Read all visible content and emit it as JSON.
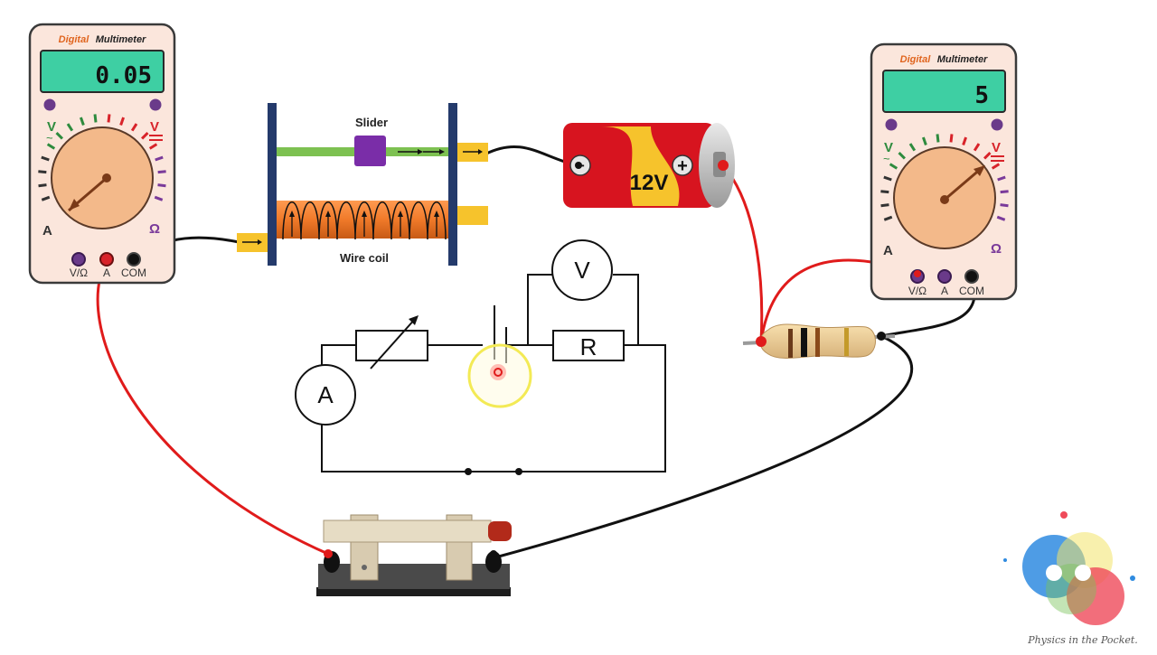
{
  "left_multimeter": {
    "title_brand": "Digital",
    "title_rest": "Multimeter",
    "display_value": "0.05",
    "dial_labels": {
      "v_ac": "V",
      "v_dc": "V",
      "amps": "A",
      "ohms": "Ω"
    },
    "ports": [
      "V/Ω",
      "A",
      "COM"
    ]
  },
  "right_multimeter": {
    "title_brand": "Digital",
    "title_rest": "Multimeter",
    "display_value": "5",
    "dial_labels": {
      "v_ac": "V",
      "v_dc": "V",
      "amps": "A",
      "ohms": "Ω"
    },
    "ports": [
      "V/Ω",
      "A",
      "COM"
    ]
  },
  "rheostat": {
    "slider_label": "Slider",
    "coil_label": "Wire coil"
  },
  "battery": {
    "label": "12V",
    "positive_symbol": "+",
    "negative_symbol": "−"
  },
  "circuit": {
    "voltmeter_symbol": "V",
    "ammeter_symbol": "A",
    "resistor_symbol": "R"
  },
  "watermark": {
    "text": "Physics in the Pocket."
  },
  "colors": {
    "meter_body": "#fbe6dc",
    "lcd": "#3ecfa3",
    "dial": "#f3b98a",
    "wire_red": "#e01b1b",
    "wire_black": "#111111",
    "battery_red": "#d7141f",
    "battery_yellow": "#f6c32c",
    "rheostat_frame": "#243a6b",
    "slider_rod": "#7dc151",
    "slider_knob": "#7a2da8",
    "coil_orange": "#f07a2a"
  }
}
